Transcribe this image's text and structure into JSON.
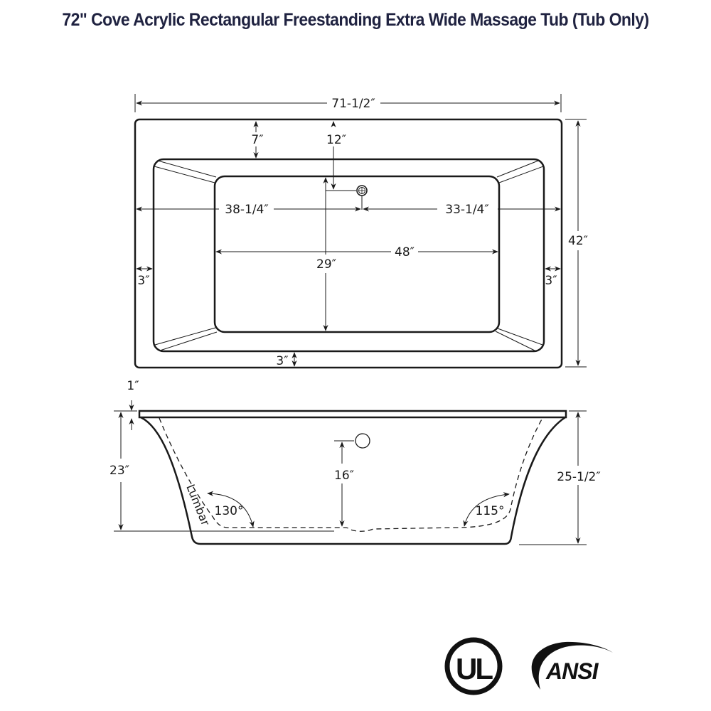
{
  "title": "72\" Cove Acrylic Rectangular Freestanding Extra Wide Massage Tub (Tub Only)",
  "top_view": {
    "overall_length": "71-1/2″",
    "overall_width": "42″",
    "rim_top_depth": "7″",
    "drain_from_top": "12″",
    "drain_from_left": "38-1/4″",
    "drain_from_right": "33-1/4″",
    "basin_length": "48″",
    "basin_width": "29″",
    "rim_left": "3″",
    "rim_right": "3″",
    "rim_bottom": "3″"
  },
  "side_view": {
    "rim_thickness": "1″",
    "interior_depth": "23″",
    "overflow_height": "16″",
    "overall_height": "25-1/2″",
    "back_angle_left": "130°",
    "back_angle_right": "115°",
    "lumbar_label": "Lumbar"
  },
  "certifications": {
    "ul": "UL",
    "ansi": "ANSI"
  },
  "colors": {
    "title": "#1f2240",
    "line": "#1a1a1a"
  }
}
